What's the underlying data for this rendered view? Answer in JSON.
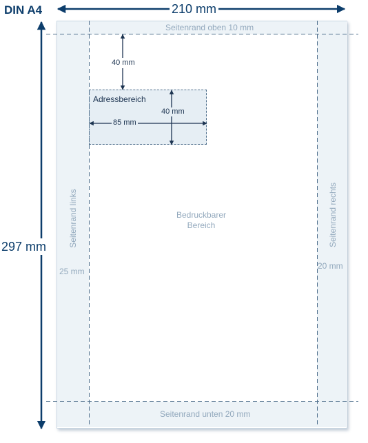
{
  "title": "DIN A4",
  "width_label": "210 mm",
  "height_label": "297 mm",
  "margins": {
    "top": "Seitenrand oben  10 mm",
    "bottom": "Seitenrand unten  20 mm",
    "left": "Seitenrand links",
    "left_value": "25 mm",
    "right": "Seitenrand rechts",
    "right_value": "20 mm"
  },
  "address_area": {
    "title": "Adressbereich",
    "offset_top": "40 mm",
    "width": "85 mm",
    "height": "40 mm"
  },
  "printable_area": [
    "Bedruckbarer",
    "Bereich"
  ],
  "colors": {
    "dimension": "#0c3d6b",
    "margin_band": "#edf3f7",
    "margin_text": "#93a9bd",
    "dashed_line": "#4f6f8c"
  }
}
